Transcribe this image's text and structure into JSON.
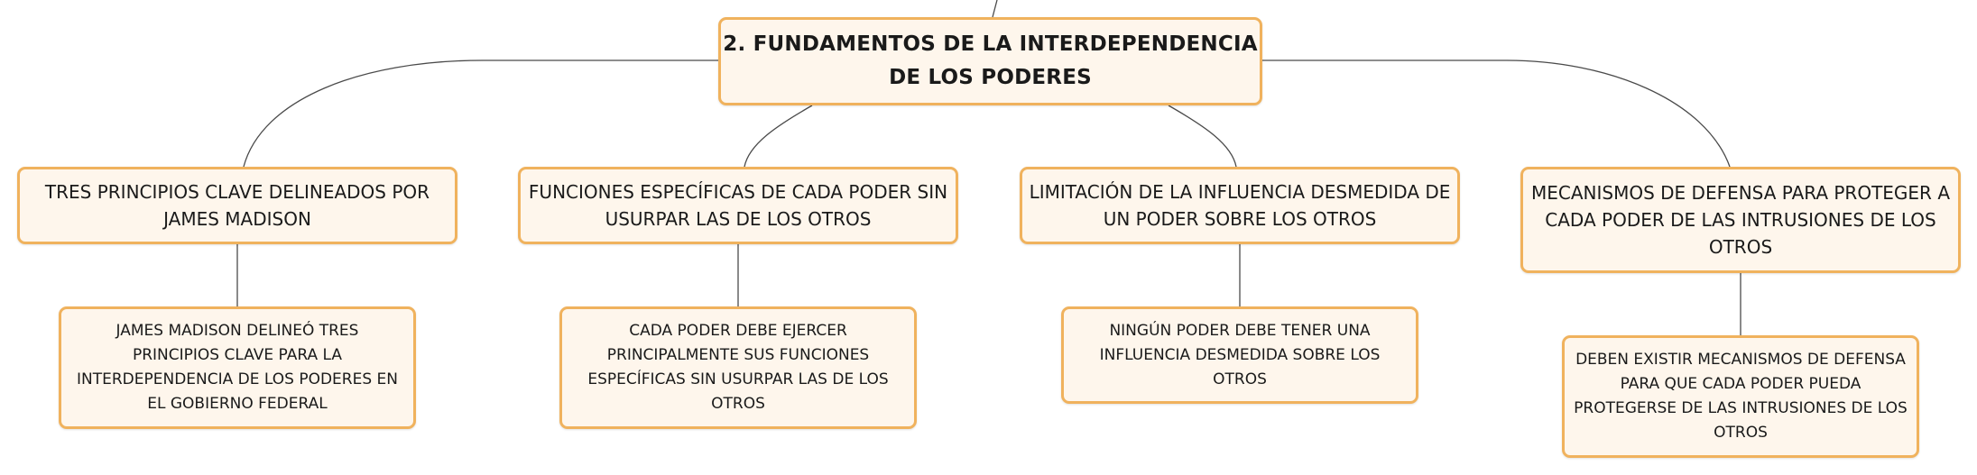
{
  "diagram": {
    "root": {
      "label": "2. FUNDAMENTOS DE LA INTERDEPENDENCIA DE LOS PODERES"
    },
    "branches": [
      {
        "label": "TRES PRINCIPIOS CLAVE DELINEADOS POR JAMES MADISON",
        "detail": "JAMES MADISON DELINEÓ TRES PRINCIPIOS CLAVE PARA LA INTERDEPENDENCIA DE LOS PODERES EN EL GOBIERNO FEDERAL"
      },
      {
        "label": "FUNCIONES ESPECÍFICAS DE CADA PODER SIN USURPAR LAS DE LOS OTROS",
        "detail": "CADA PODER DEBE EJERCER PRINCIPALMENTE SUS FUNCIONES ESPECÍFICAS SIN USURPAR LAS DE LOS OTROS"
      },
      {
        "label": "LIMITACIÓN DE LA INFLUENCIA DESMEDIDA DE UN PODER SOBRE LOS OTROS",
        "detail": "NINGÚN PODER DEBE TENER UNA INFLUENCIA DESMEDIDA SOBRE LOS OTROS"
      },
      {
        "label": "MECANISMOS DE DEFENSA PARA PROTEGER A CADA PODER DE LAS INTRUSIONES DE LOS OTROS",
        "detail": "DEBEN EXISTIR MECANISMOS DE DEFENSA PARA QUE CADA PODER PUEDA PROTEGERSE DE LAS INTRUSIONES DE LOS OTROS"
      }
    ]
  },
  "colors": {
    "node_border": "#f0b25d",
    "node_fill": "#fef6ec",
    "connector": "#4a4a4a",
    "text": "#1a1a1a"
  }
}
